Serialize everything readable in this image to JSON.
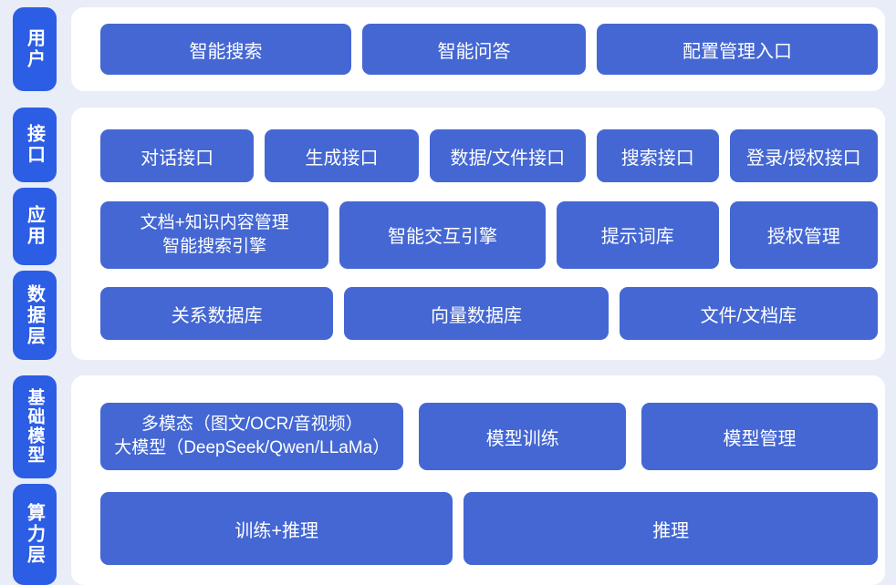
{
  "colors": {
    "background": "#e8edf7",
    "panel": "#ffffff",
    "label_pill": "#2c5de5",
    "button": "#4467d3",
    "button_text": "#ffffff"
  },
  "layers": {
    "user": {
      "label": "用户",
      "buttons": [
        {
          "label": "智能搜索"
        },
        {
          "label": "智能问答"
        },
        {
          "label": "配置管理入口"
        }
      ]
    },
    "middle": {
      "labels": [
        {
          "label": "接口"
        },
        {
          "label": "应用"
        },
        {
          "label": "数据层"
        }
      ],
      "interface_row": [
        {
          "label": "对话接口"
        },
        {
          "label": "生成接口"
        },
        {
          "label": "数据/文件接口"
        },
        {
          "label": "搜索接口"
        },
        {
          "label": "登录/授权接口"
        }
      ],
      "application_row": [
        {
          "line1": "文档+知识内容管理",
          "line2": "智能搜索引擎"
        },
        {
          "label": "智能交互引擎"
        },
        {
          "label": "提示词库"
        },
        {
          "label": "授权管理"
        }
      ],
      "data_row": [
        {
          "label": "关系数据库"
        },
        {
          "label": "向量数据库"
        },
        {
          "label": "文件/文档库"
        }
      ]
    },
    "bottom": {
      "labels": [
        {
          "label": "基础模型"
        },
        {
          "label": "算力层"
        }
      ],
      "model_row": [
        {
          "line1": "多模态（图文/OCR/音视频）",
          "line2": "大模型（DeepSeek/Qwen/LLaMa）"
        },
        {
          "label": "模型训练"
        },
        {
          "label": "模型管理"
        }
      ],
      "compute_row": [
        {
          "label": "训练+推理"
        },
        {
          "label": "推理"
        }
      ]
    }
  }
}
